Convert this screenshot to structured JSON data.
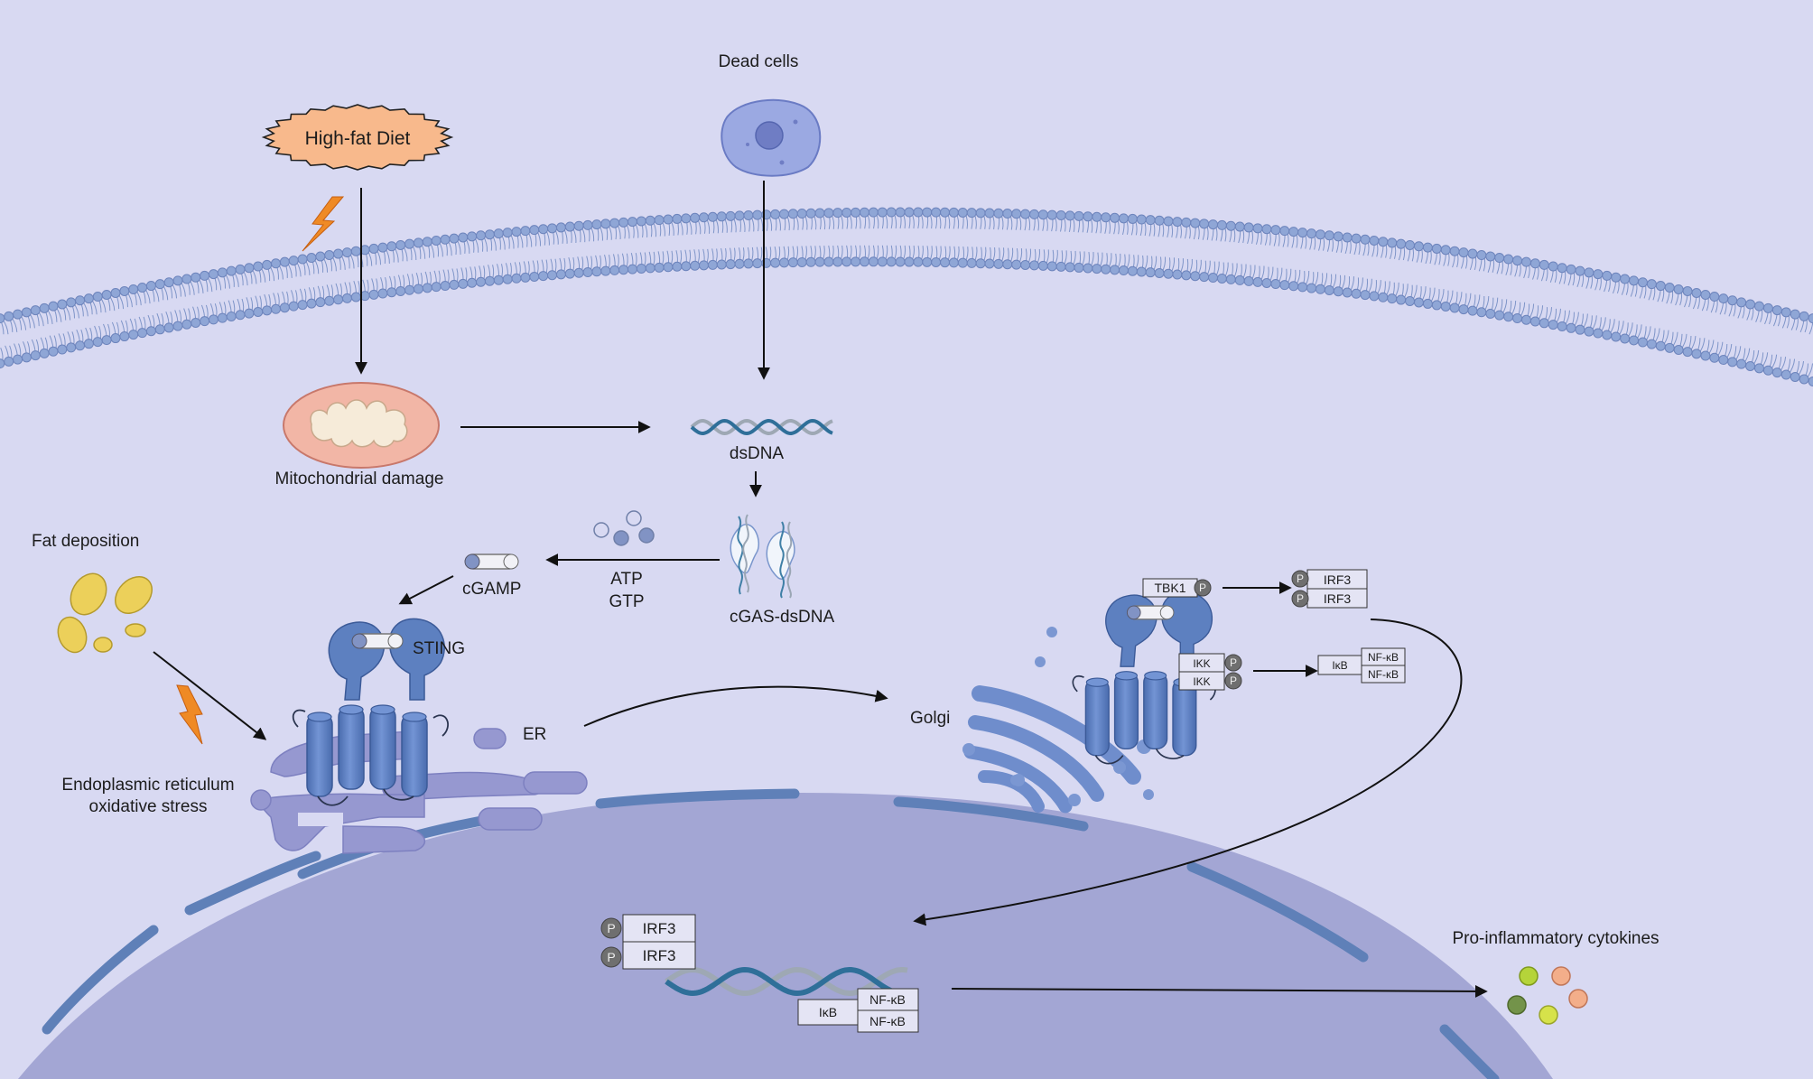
{
  "labels": {
    "high_fat_diet": "High-fat Diet",
    "dead_cells": "Dead cells",
    "mitochondrial_damage": "Mitochondrial damage",
    "dsdna": "dsDNA",
    "fat_deposition": "Fat deposition",
    "cgamp": "cGAMP",
    "atp": "ATP",
    "gtp": "GTP",
    "cgas_dsdna": "cGAS-dsDNA",
    "sting": "STING",
    "er": "ER",
    "er_stress_line1": "Endoplasmic reticulum",
    "er_stress_line2": "oxidative stress",
    "golgi": "Golgi",
    "pro_inflammatory": "Pro-inflammatory cytokines"
  },
  "proteins": {
    "tbk1": "TBK1",
    "irf3": "IRF3",
    "ikk": "IKK",
    "ikb": "IκB",
    "nfkb": "NF-κB",
    "phospho": "P"
  },
  "colors": {
    "background": "#d8d9f2",
    "nucleus": "#a3a6d4",
    "nuclear_envelope": "#5f80b8",
    "membrane_head": "#8fa6d6",
    "protein": "#5d80c0",
    "er": "#9698d0",
    "mitochondrion": "#f2b6a6",
    "diet": "#f8b98c",
    "fat": "#ecd05a",
    "lightning": "#ef8a25"
  }
}
